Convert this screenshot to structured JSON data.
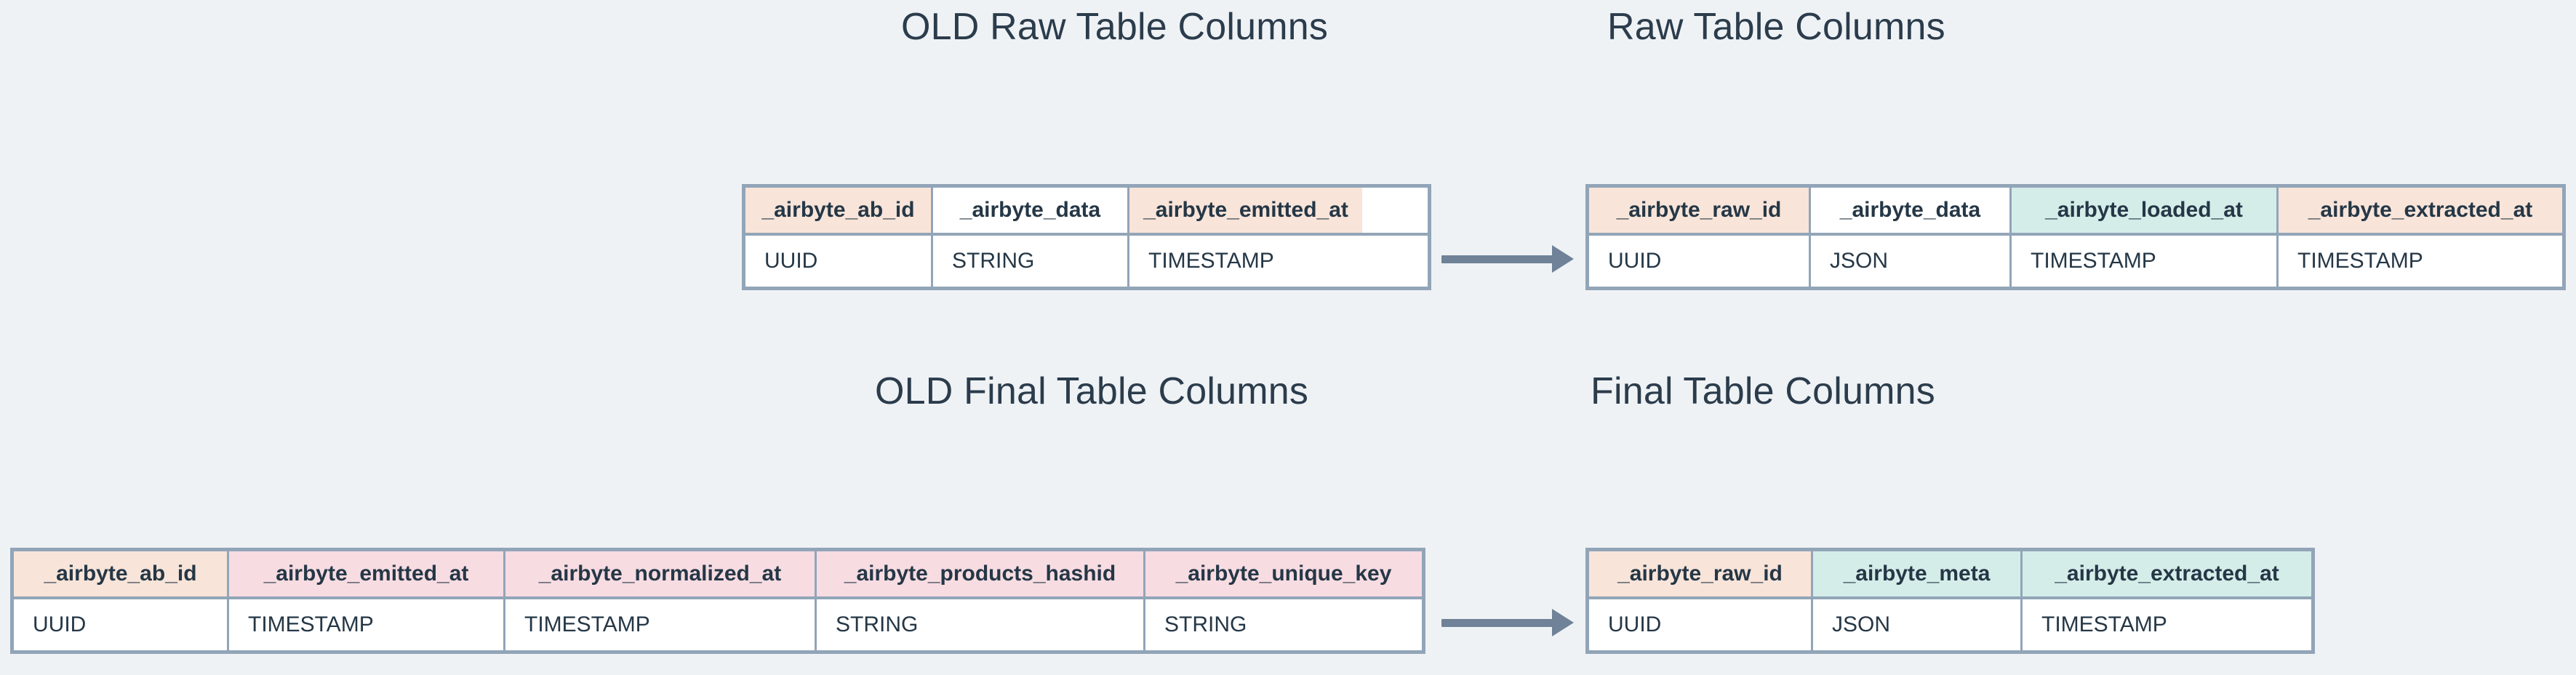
{
  "background_color": "#eff2f5",
  "palette": {
    "text": "#253746",
    "border": "#92a5b8",
    "arrow": "#6f8297",
    "peach": "#f8e4d9",
    "teal": "#d4ede9",
    "pink": "#f7dce2",
    "white": "#ffffff"
  },
  "diagram": {
    "arrow_raw_label": "transforms-to-arrow",
    "arrow_final_label": "transforms-to-arrow"
  },
  "sections": {
    "old_raw": {
      "title": "OLD Raw Table Columns",
      "headers": [
        {
          "label": "_airbyte_ab_id",
          "fill": "peach"
        },
        {
          "label": "_airbyte_data",
          "fill": "white"
        },
        {
          "label": "_airbyte_emitted_at",
          "fill": "peach"
        }
      ],
      "values": [
        {
          "label": "UUID",
          "fill": "white"
        },
        {
          "label": "STRING",
          "fill": "peach"
        },
        {
          "label": "TIMESTAMP",
          "fill": "white"
        }
      ],
      "widths": [
        "258px",
        "270px",
        "320px"
      ]
    },
    "new_raw": {
      "title": "Raw Table Columns",
      "headers": [
        {
          "label": "_airbyte_raw_id",
          "fill": "peach"
        },
        {
          "label": "_airbyte_data",
          "fill": "white"
        },
        {
          "label": "_airbyte_loaded_at",
          "fill": "teal"
        },
        {
          "label": "_airbyte_extracted_at",
          "fill": "peach"
        }
      ],
      "values": [
        {
          "label": "UUID",
          "fill": "white"
        },
        {
          "label": "JSON",
          "fill": "peach"
        },
        {
          "label": "TIMESTAMP",
          "fill": "white"
        },
        {
          "label": "TIMESTAMP",
          "fill": "white"
        }
      ],
      "widths": [
        "305px",
        "276px",
        "367px"
      ]
    },
    "old_final": {
      "title": "OLD Final Table Columns",
      "headers": [
        {
          "label": "_airbyte_ab_id",
          "fill": "peach"
        },
        {
          "label": "_airbyte_emitted_at",
          "fill": "pink"
        },
        {
          "label": "_airbyte_normalized_at",
          "fill": "pink"
        },
        {
          "label": "_airbyte_products_hashid",
          "fill": "pink"
        },
        {
          "label": "_airbyte_unique_key",
          "fill": "pink"
        }
      ],
      "values": [
        {
          "label": "UUID",
          "fill": "white"
        },
        {
          "label": "TIMESTAMP",
          "fill": "white"
        },
        {
          "label": "TIMESTAMP",
          "fill": "white"
        },
        {
          "label": "STRING",
          "fill": "white"
        },
        {
          "label": "STRING",
          "fill": "white"
        }
      ],
      "widths": [
        "296px",
        "380px",
        "428px",
        "452px"
      ]
    },
    "new_final": {
      "title": "Final Table Columns",
      "headers": [
        {
          "label": "_airbyte_raw_id",
          "fill": "peach"
        },
        {
          "label": "_airbyte_meta",
          "fill": "teal"
        },
        {
          "label": "_airbyte_extracted_at",
          "fill": "teal"
        }
      ],
      "values": [
        {
          "label": "UUID",
          "fill": "white"
        },
        {
          "label": "JSON",
          "fill": "white"
        },
        {
          "label": "TIMESTAMP",
          "fill": "white"
        }
      ],
      "widths": [
        "308px",
        "288px"
      ]
    }
  }
}
